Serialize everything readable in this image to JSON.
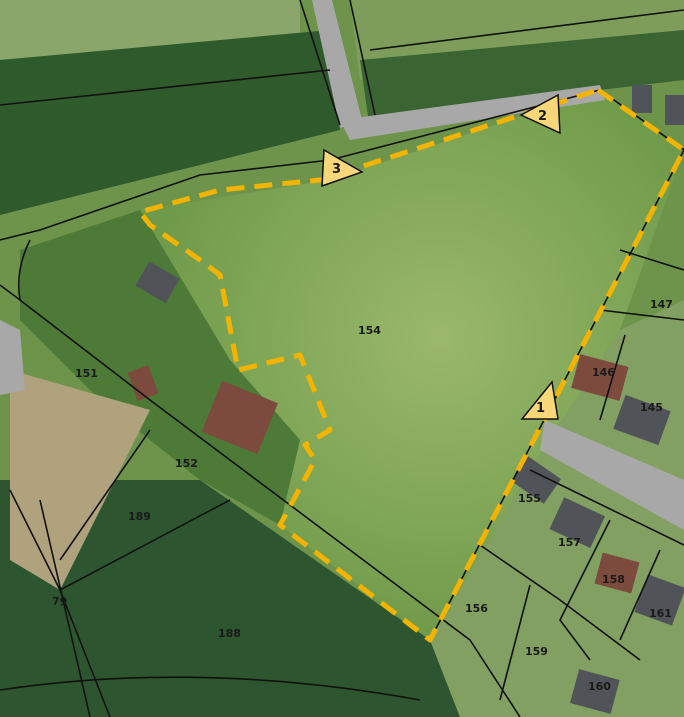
{
  "map": {
    "colors": {
      "grass": "#7fa055",
      "forest": "#2f5a2c",
      "road": "#a8a8a8",
      "parcel_line": "#111111",
      "boundary": "#f2b400",
      "marker_fill": "#f7d77a",
      "roof_dark": "#505458",
      "roof_red": "#7d4a3e"
    },
    "parcels": [
      {
        "id": "154",
        "label": "154"
      },
      {
        "id": "147",
        "label": "147"
      },
      {
        "id": "146",
        "label": "146"
      },
      {
        "id": "145",
        "label": "145"
      },
      {
        "id": "155",
        "label": "155"
      },
      {
        "id": "157",
        "label": "157"
      },
      {
        "id": "158",
        "label": "158"
      },
      {
        "id": "161",
        "label": "161"
      },
      {
        "id": "156",
        "label": "156"
      },
      {
        "id": "159",
        "label": "159"
      },
      {
        "id": "160",
        "label": "160"
      },
      {
        "id": "151",
        "label": "151"
      },
      {
        "id": "152",
        "label": "152"
      },
      {
        "id": "189",
        "label": "189"
      },
      {
        "id": "188",
        "label": "188"
      },
      {
        "id": "79",
        "label": "79"
      }
    ],
    "markers": [
      {
        "id": "1",
        "label": "1"
      },
      {
        "id": "2",
        "label": "2"
      },
      {
        "id": "3",
        "label": "3"
      }
    ]
  }
}
